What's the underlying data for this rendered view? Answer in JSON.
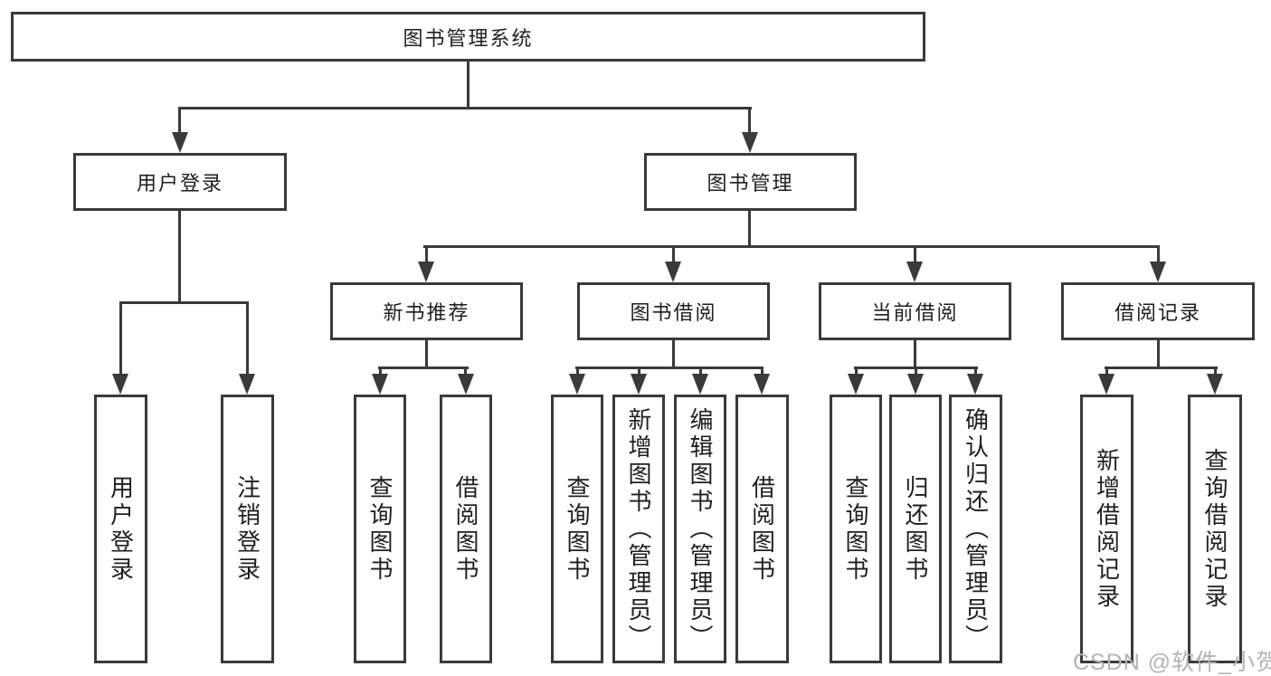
{
  "diagram": {
    "root": {
      "label": "图书管理系统"
    },
    "level2": [
      {
        "label": "用户登录"
      },
      {
        "label": "图书管理"
      }
    ],
    "level3": [
      {
        "label": "新书推荐"
      },
      {
        "label": "图书借阅"
      },
      {
        "label": "当前借阅"
      },
      {
        "label": "借阅记录"
      }
    ],
    "level4": [
      {
        "label": "用户登录"
      },
      {
        "label": "注销登录"
      },
      {
        "label": "查询图书"
      },
      {
        "label": "借阅图书"
      },
      {
        "label": "查询图书"
      },
      {
        "label": "新增图书（管理员）"
      },
      {
        "label": "编辑图书（管理员）"
      },
      {
        "label": "借阅图书"
      },
      {
        "label": "查询图书"
      },
      {
        "label": "归还图书"
      },
      {
        "label": "确认归还（管理员）"
      },
      {
        "label": "新增借阅记录"
      },
      {
        "label": "查询借阅记录"
      }
    ],
    "hierarchy": {
      "图书管理系统": [
        "用户登录",
        "图书管理"
      ],
      "用户登录": [
        "用户登录",
        "注销登录"
      ],
      "图书管理": [
        "新书推荐",
        "图书借阅",
        "当前借阅",
        "借阅记录"
      ],
      "新书推荐": [
        "查询图书",
        "借阅图书"
      ],
      "图书借阅": [
        "查询图书",
        "新增图书（管理员）",
        "编辑图书（管理员）",
        "借阅图书"
      ],
      "当前借阅": [
        "查询图书",
        "归还图书",
        "确认归还（管理员）"
      ],
      "借阅记录": [
        "新增借阅记录",
        "查询借阅记录"
      ]
    }
  },
  "watermark": {
    "text": "CSDN @软件_小贺同学",
    "color": "#b4b4b4"
  },
  "colors": {
    "line": "#3a3a3a",
    "text": "#1f1f1f",
    "background": "#ffffff"
  }
}
